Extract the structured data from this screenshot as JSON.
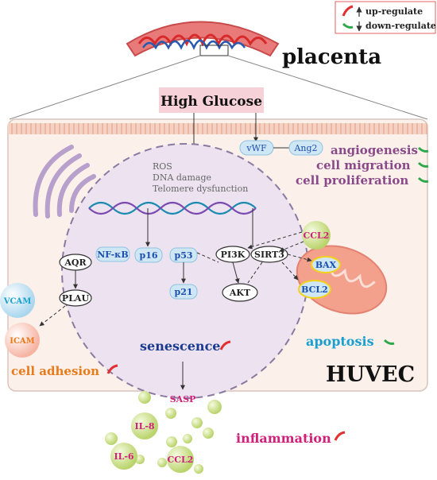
{
  "legend": {
    "up": "up-regulate",
    "down": "down-regulate"
  },
  "title": "placenta",
  "trigger": "High Glucose",
  "cell_label": "HUVEC",
  "nucleus_stress": {
    "line1": "ROS",
    "line2": "DNA damage",
    "line3": "Telomere dysfunction"
  },
  "nodes": {
    "vwf": "vWF",
    "ang2": "Ang2",
    "nfkb": "NF-κB",
    "p16": "p16",
    "p53": "p53",
    "p21": "p21",
    "aqr": "AQR",
    "plau": "PLAU",
    "pi3k": "PI3K",
    "sirt3": "SIRT3",
    "akt": "AKT",
    "ccl2_top": "CCL2",
    "bax": "BAX",
    "bcl2": "BCL2",
    "vcam": "VCAM",
    "icam": "ICAM",
    "sasp": "SASP",
    "il8": "IL-8",
    "il6": "IL-6",
    "ccl2_bottom": "CCL2"
  },
  "outcomes": {
    "angiogenesis": "angiogenesis",
    "migration": "cell migration",
    "proliferation": "cell proliferation",
    "apoptosis": "apoptosis",
    "senescence": "senescence",
    "adhesion": "cell adhesion",
    "inflammation": "inflammation"
  },
  "colors": {
    "up": "#e03030",
    "down": "#2ea84a",
    "purple": "#8a4a8a",
    "blue": "#1a4fb0",
    "cyan": "#1aa0d0",
    "orange": "#e87a1a",
    "magenta": "#d0207a",
    "membrane": "#f4c8b8",
    "cell": "#fbf0ea"
  }
}
